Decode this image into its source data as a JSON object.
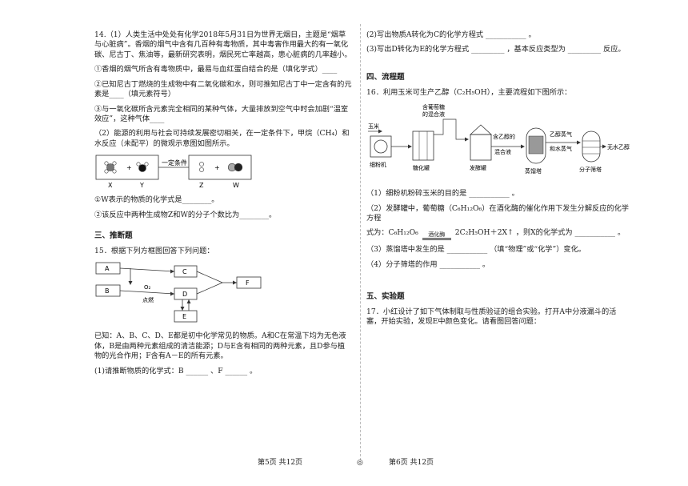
{
  "left": {
    "q14_p1": "14.（1）人类生活中处处有化学2018年5月31日为世界无烟日，主题是“烟草与心脏病”。香烟的烟气中含有几百种有毒物质，其中毒害作用最大的有一氧化碳、尼古丁、焦油等，最新研究表明，烟民死亡率越高，患心脏病的几率越小。",
    "q14_i1": "①香烟的烟气所含有毒物质中，最易与血红蛋白结合的是（填化学式）____",
    "q14_i2": "②已知尼古丁燃烧的生成物中有二氧化碳和水，则可推知尼古丁中一定含有的元素是____（填元素符号）",
    "q14_i3": "③与一氧化碳所含元素完全相同的某种气体，大量排放到空气中时会加剧“温室效应”，这种气体____",
    "q14_p2": "（2）能源的利用与社会可持续发展密切相关，在一定条件下，甲烷（CH₄）和水反应（未配平）的微观示意图如图所示。",
    "fig1": {
      "arrow_label": "一定条件",
      "plus": "+",
      "x": "X",
      "y": "Y",
      "z": "Z",
      "w": "W"
    },
    "q14_s1": "①W表示的物质的化学式是________。",
    "q14_s2": "②该反应中两种生成物Z和W的分子个数比为________。",
    "sec3": "三、推断题",
    "q15": "15．根据下列方框图回答下列问题：",
    "fig2": {
      "A": "A",
      "B": "B",
      "C": "C",
      "D": "D",
      "E": "E",
      "F": "F",
      "cond1": "O₂",
      "cond2": "点燃"
    },
    "q15_p1": "已知：A、B、C、D、E都是初中化学常见的物质。A和C在常温下均为无色液体，B是由两种元素组成的清洁能源；D与E含有相同的两种元素，且D参与植物的光合作用；F含有A－E的所有元素。",
    "q15_s1": "(1)请推断物质的化学式：B ______ 、F ______ 。"
  },
  "right": {
    "q15_s2": "(2)写出物质A转化为C的化学方程式 ___________ 。",
    "q15_s3": "(3)写出D转化为E的化学方程式 _________ ，基本反应类型为 _________ 反应。",
    "sec4": "四、流程题",
    "q16": "16．利用玉米可生产乙醇（C₂H₅OH），主要流程如下图所示：",
    "fig3": {
      "corn": "玉米",
      "mill": "细粉机",
      "glucose_mix_1": "含葡萄糖",
      "glucose_mix_2": "的混合液",
      "saccharify": "糖化罐",
      "ferment": "发酵罐",
      "ethanol_mix_1": "含乙醇的",
      "ethanol_mix_2": "混合液",
      "distill": "蒸馏塔",
      "vapor_1": "乙醇蒸气",
      "vapor_2": "和水蒸气",
      "sieve": "分子筛塔",
      "product": "无水乙醇"
    },
    "q16_s1": "（1）细粉机粉碎玉米的目的是 ___________ 。",
    "q16_s2": "（2）发酵罐中，葡萄糖（C₆H₁₂O₆）在酒化酶的催化作用下发生分解反应的化学方程",
    "q16_eq_prefix": "式为：C₆H₁₂O₆",
    "q16_eq_catalyst": "酒化酶",
    "q16_eq_products": "2C₂H₅OH＋2X↑",
    "q16_eq_suffix": "，则X的化学式为 ___________ 。",
    "q16_s3": "（3）蒸馏塔中发生的是 ___________ （填“物理”或“化学”）变化。",
    "q16_s4": "（4）分子筛塔的作用 ___________ 。",
    "sec5": "五、实验题",
    "q17": "17．小红设计了如下气体制取与性质验证的组合实验。打开A中分液漏斗的活塞，开始实验，发现E中颜色变化。请看图回答问题："
  },
  "footer": {
    "left": "第5页 共12页",
    "center": "◎",
    "right": "第6页 共12页"
  }
}
